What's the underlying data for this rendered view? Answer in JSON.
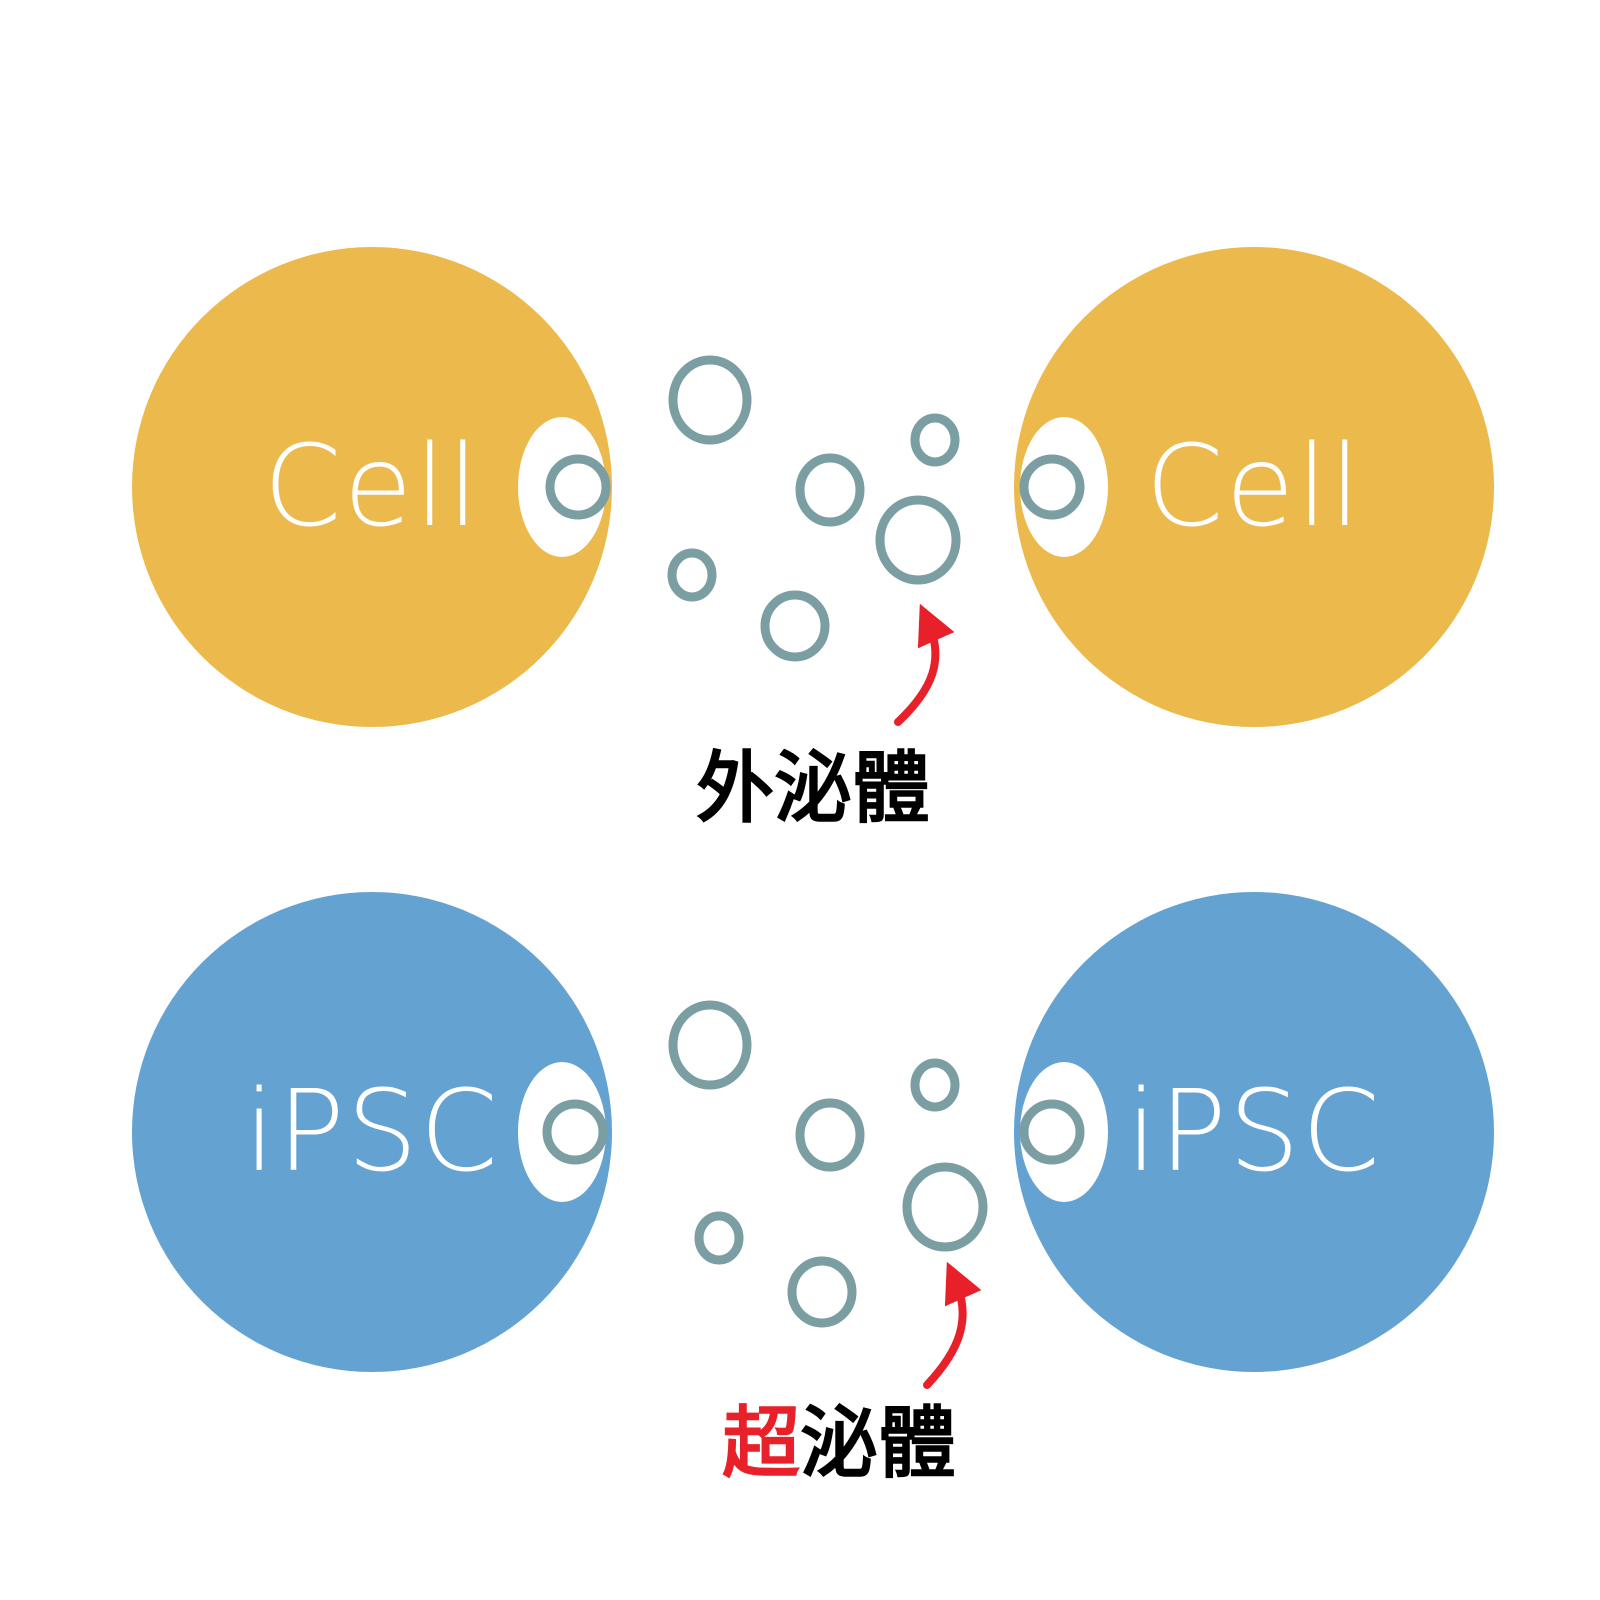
{
  "colors": {
    "cell_fill": "#ecb94d",
    "ipsc_fill": "#64a2d2",
    "vesicle_stroke": "#7b9ea3",
    "arrow": "#e8202a",
    "text": "#000000",
    "accent": "#e8202a"
  },
  "top_row": {
    "left_label": "Cell",
    "right_label": "Cell",
    "caption": "外泌體"
  },
  "bottom_row": {
    "left_label": "iPSC",
    "right_label": "iPSC",
    "caption_accent": "超",
    "caption_rest": "泌體"
  }
}
